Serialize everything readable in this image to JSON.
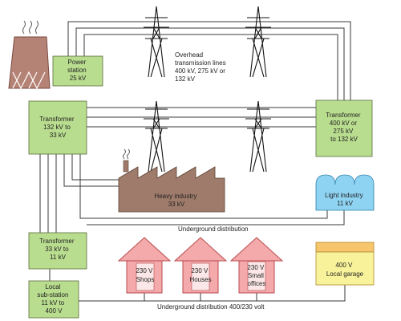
{
  "colors": {
    "green_box": "#b9dd8f",
    "cooling_tower": "#b58276",
    "industry": "#9e7b6a",
    "light_industry": "#8fd3f2",
    "house": "#f4a9aa",
    "garage_roof": "#f6c56c",
    "garage_body": "#f8f39a"
  },
  "nodes": {
    "power_station": [
      "Power",
      "station",
      "25 kV"
    ],
    "transformer_132_33": [
      "Transformer",
      "132 kV to",
      "33 kV"
    ],
    "transformer_400_132": [
      "Transformer",
      "400 kV or",
      "275 kV",
      "to 132 kV"
    ],
    "heavy_industry": [
      "Heavy industry",
      "33 kV"
    ],
    "light_industry": [
      "Light industry",
      "11 kV"
    ],
    "transformer_33_11": [
      "Transformer",
      "33 kV to",
      "11 kV"
    ],
    "local_substation": [
      "Local",
      "sub-station",
      "11 kV to",
      "400 V"
    ],
    "shops": [
      "230 V",
      "Shops"
    ],
    "houses": [
      "230 V",
      "Houses"
    ],
    "small_offices": [
      "230 V",
      "Small",
      "offices"
    ],
    "local_garage": [
      "400 V",
      "Local garage"
    ]
  },
  "labels": {
    "overhead": [
      "Overhead",
      "transmission lines",
      "400 kV, 275 kV or",
      "132 kV"
    ],
    "underground_distribution": "Underground distribution",
    "underground_distribution_volt": "Underground distribution 400/230 volt"
  },
  "icons": [
    "cooling-tower-icon",
    "steam-icon",
    "pylon-icon",
    "factory-icon",
    "house-icon"
  ]
}
